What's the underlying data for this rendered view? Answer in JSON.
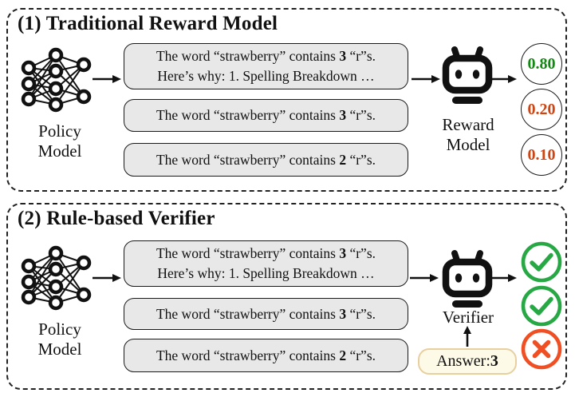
{
  "colors": {
    "score_positive_green": "#128a12",
    "score_negative_orange": "#cc4512",
    "check_green": "#27a844",
    "cross_red": "#f04e23",
    "bubble_gray": "#e8e8e8",
    "answer_box_bg": "#fdfbe7",
    "answer_box_border": "#e8cfa0"
  },
  "panel1": {
    "title": "(1) Traditional Reward Model",
    "policy_label": [
      "Policy",
      "Model"
    ],
    "model_label": [
      "Reward",
      "Model"
    ],
    "bubbles": [
      {
        "line1_pre": "The word “strawberry” contains ",
        "line1_num": "3",
        "line1_post": " “r”s.",
        "line2": "Here’s why: 1. Spelling Breakdown …"
      },
      {
        "line1_pre": "The word “strawberry” contains ",
        "line1_num": "3",
        "line1_post": " “r”s."
      },
      {
        "line1_pre": "The word “strawberry” contains ",
        "line1_num": "2",
        "line1_post": " “r”s."
      }
    ],
    "scores": [
      "0.80",
      "0.20",
      "0.10"
    ]
  },
  "panel2": {
    "title": "(2) Rule-based Verifier",
    "policy_label": [
      "Policy",
      "Model"
    ],
    "verifier_label": "Verifier",
    "bubbles": [
      {
        "line1_pre": "The word “strawberry” contains ",
        "line1_num": "3",
        "line1_post": " “r”s.",
        "line2": "Here’s why: 1. Spelling Breakdown …"
      },
      {
        "line1_pre": "The word “strawberry” contains ",
        "line1_num": "3",
        "line1_post": " “r”s."
      },
      {
        "line1_pre": "The word “strawberry” contains ",
        "line1_num": "2",
        "line1_post": " “r”s."
      }
    ],
    "answer": {
      "pre": "Answer: ",
      "num": "3"
    },
    "results": [
      "correct",
      "correct",
      "incorrect"
    ]
  }
}
